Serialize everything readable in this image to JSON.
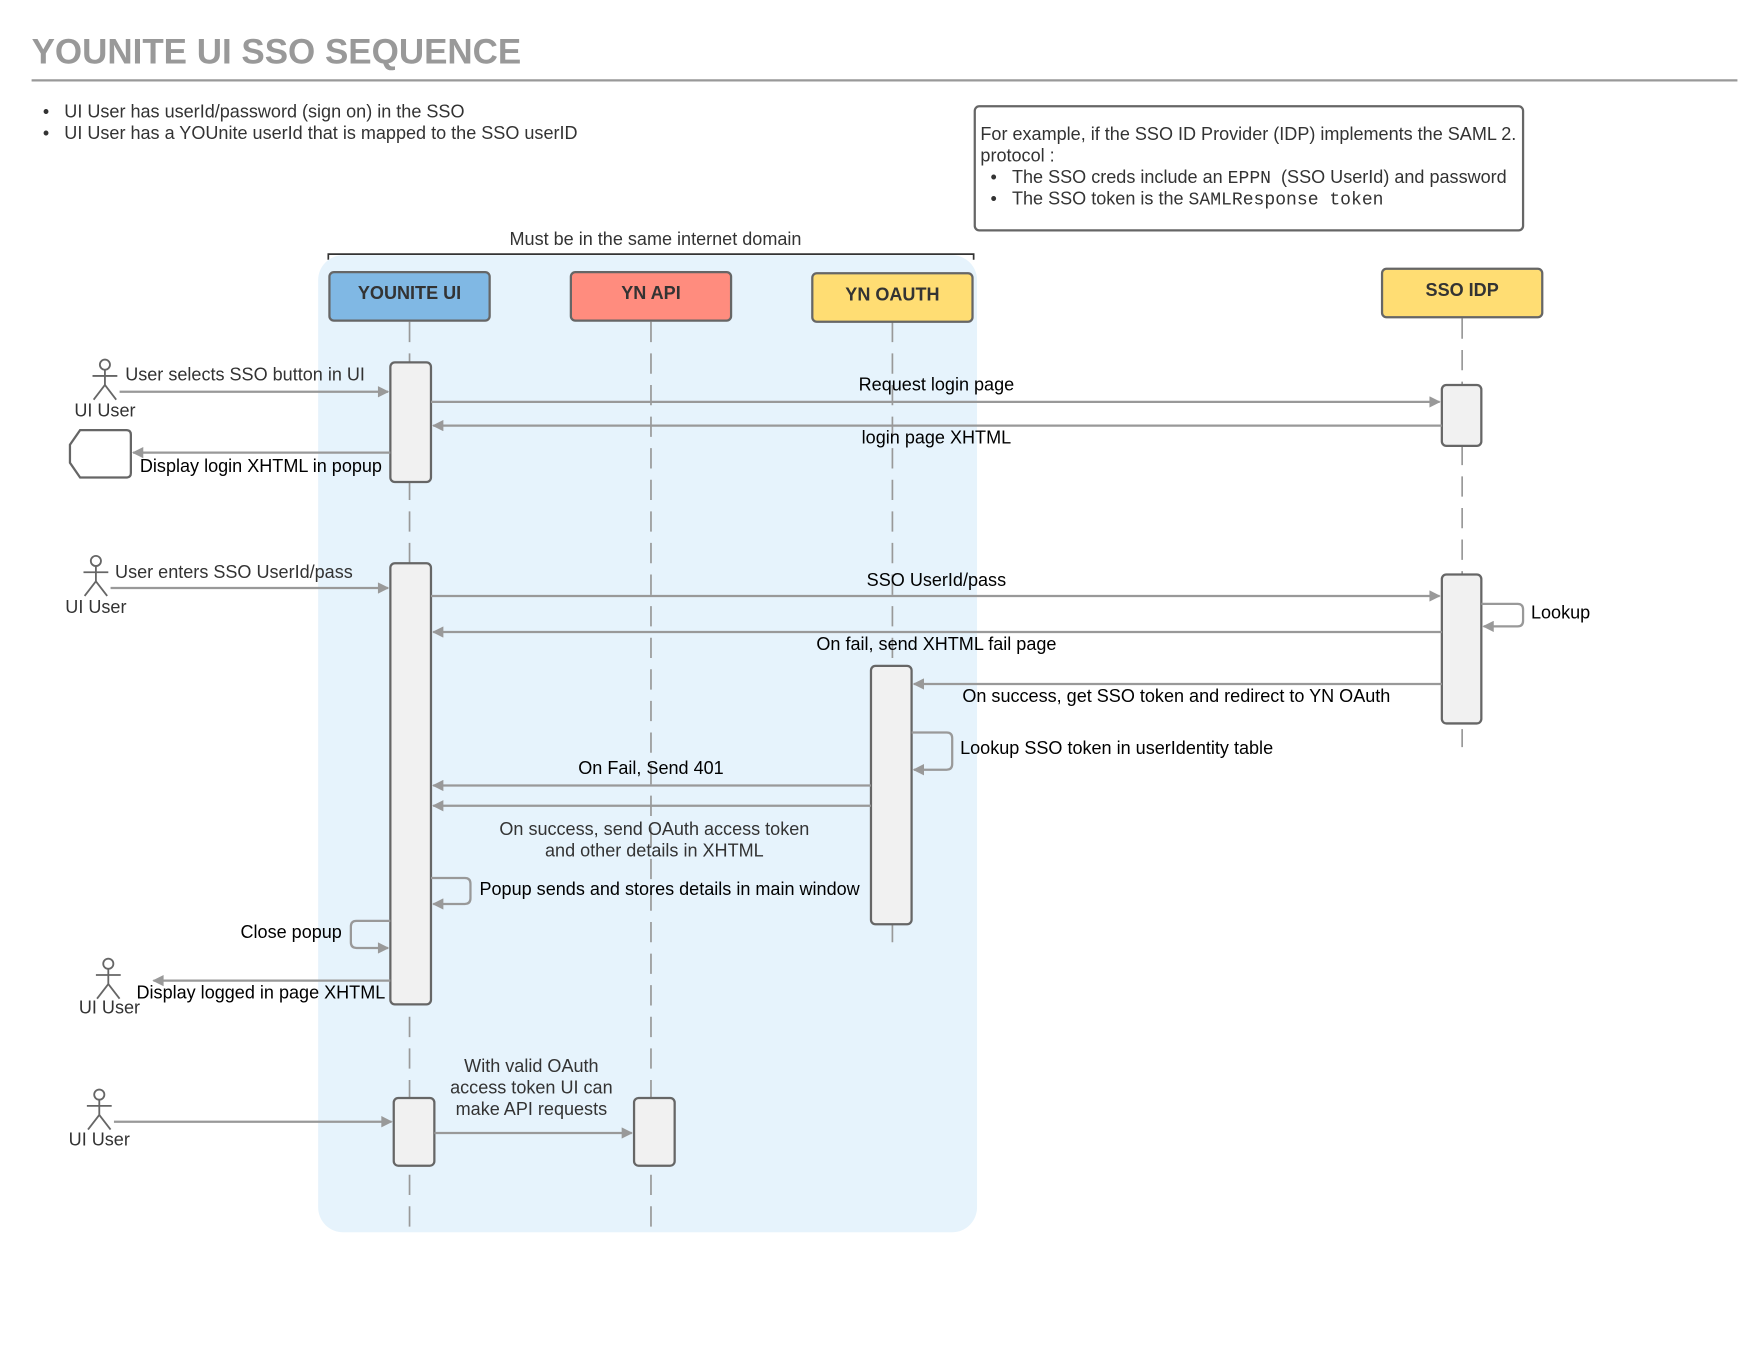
{
  "title": "YOUNITE UI SSO SEQUENCE",
  "bullets": [
    "UI User has userId/password (sign on) in the SSO",
    "UI User has a YOUnite userId that is mapped to the SSO userID"
  ],
  "note": {
    "line1": "For example, if the SSO ID Provider (IDP) implements the SAML 2.",
    "line2": "protocol :",
    "b1_pre": "The SSO creds include an ",
    "b1_code": "EPPN",
    "b1_post": "  (SSO UserId) and password",
    "b2_pre": "The SSO token is the ",
    "b2_code": "SAMLResponse token"
  },
  "domain_group": {
    "label": "Must be in the same internet domain",
    "fill": "#e6f3fc"
  },
  "participants": [
    {
      "id": "younite-ui",
      "label": "YOUNITE UI",
      "color": "#80b8e4"
    },
    {
      "id": "yn-api",
      "label": "YN API",
      "color": "#ff8c7e"
    },
    {
      "id": "yn-oauth",
      "label": "YN OAUTH",
      "color": "#ffdd73"
    },
    {
      "id": "sso-idp",
      "label": "SSO IDP",
      "color": "#ffdd73"
    }
  ],
  "actor_label": "UI User",
  "messages": {
    "m1": "User selects SSO button in UI",
    "m2": "Request login page",
    "m3": "login page XHTML",
    "m4": "Display login XHTML in popup",
    "m5": "User enters SSO UserId/pass",
    "m6": "SSO UserId/pass",
    "m7": "Lookup",
    "m8": "On fail, send XHTML fail page",
    "m9": "On success, get SSO token and redirect to YN OAuth",
    "m10": "Lookup SSO token in userIdentity table",
    "m11": "On Fail, Send 401",
    "m12_l1": "On success, send OAuth access token",
    "m12_l2": "and other details in XHTML",
    "m13": "Popup sends and stores details in main window",
    "m14": "Close popup",
    "m15": "Display logged in page XHTML",
    "m16_l1": "With valid OAuth",
    "m16_l2": "access token UI can",
    "m16_l3": "make API requests"
  }
}
